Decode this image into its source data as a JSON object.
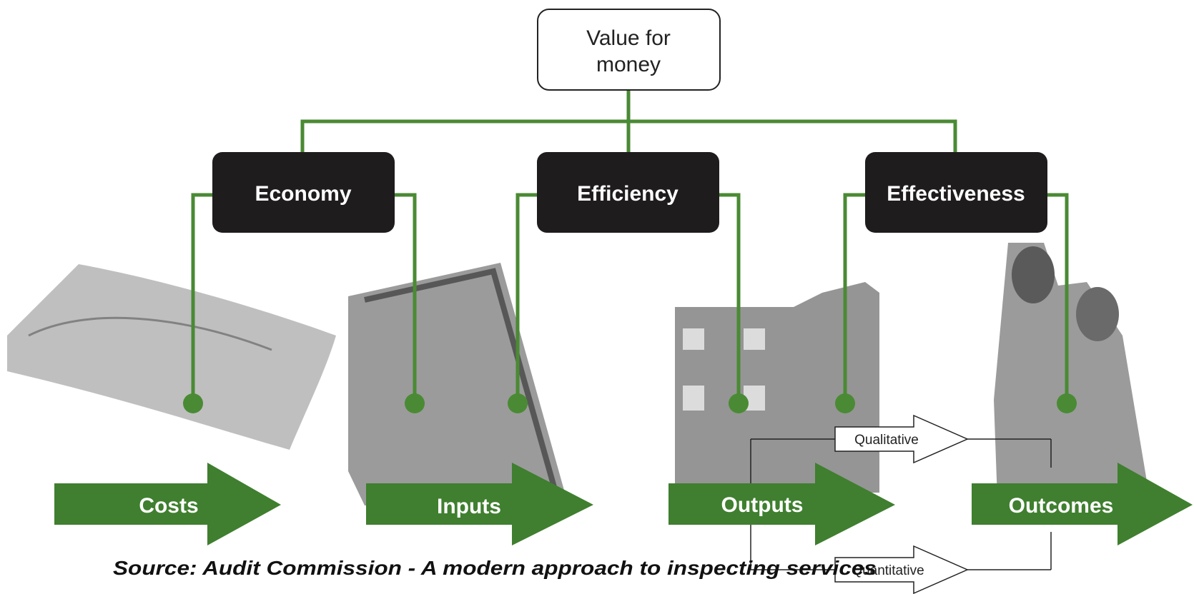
{
  "title_box": {
    "line1": "Value for",
    "line2": "money"
  },
  "categories": [
    {
      "id": "economy",
      "label": "Economy"
    },
    {
      "id": "efficiency",
      "label": "Efficiency"
    },
    {
      "id": "effectiveness",
      "label": "Effectiveness"
    }
  ],
  "stages": [
    {
      "id": "costs",
      "label": "Costs"
    },
    {
      "id": "inputs",
      "label": "Inputs"
    },
    {
      "id": "outputs",
      "label": "Outputs"
    },
    {
      "id": "outcomes",
      "label": "Outcomes"
    }
  ],
  "measures": {
    "upper": "Qualitative",
    "lower": "Quantitative"
  },
  "source": "Source: Audit Commission - A modern approach to inspecting services",
  "colors": {
    "connector": "#4a8a34",
    "arrow": "#3f7f2f",
    "box": "#1f1c1d"
  },
  "images": [
    "banknote photo",
    "worker with window frame photo",
    "housing block photo",
    "man carrying child photo"
  ]
}
